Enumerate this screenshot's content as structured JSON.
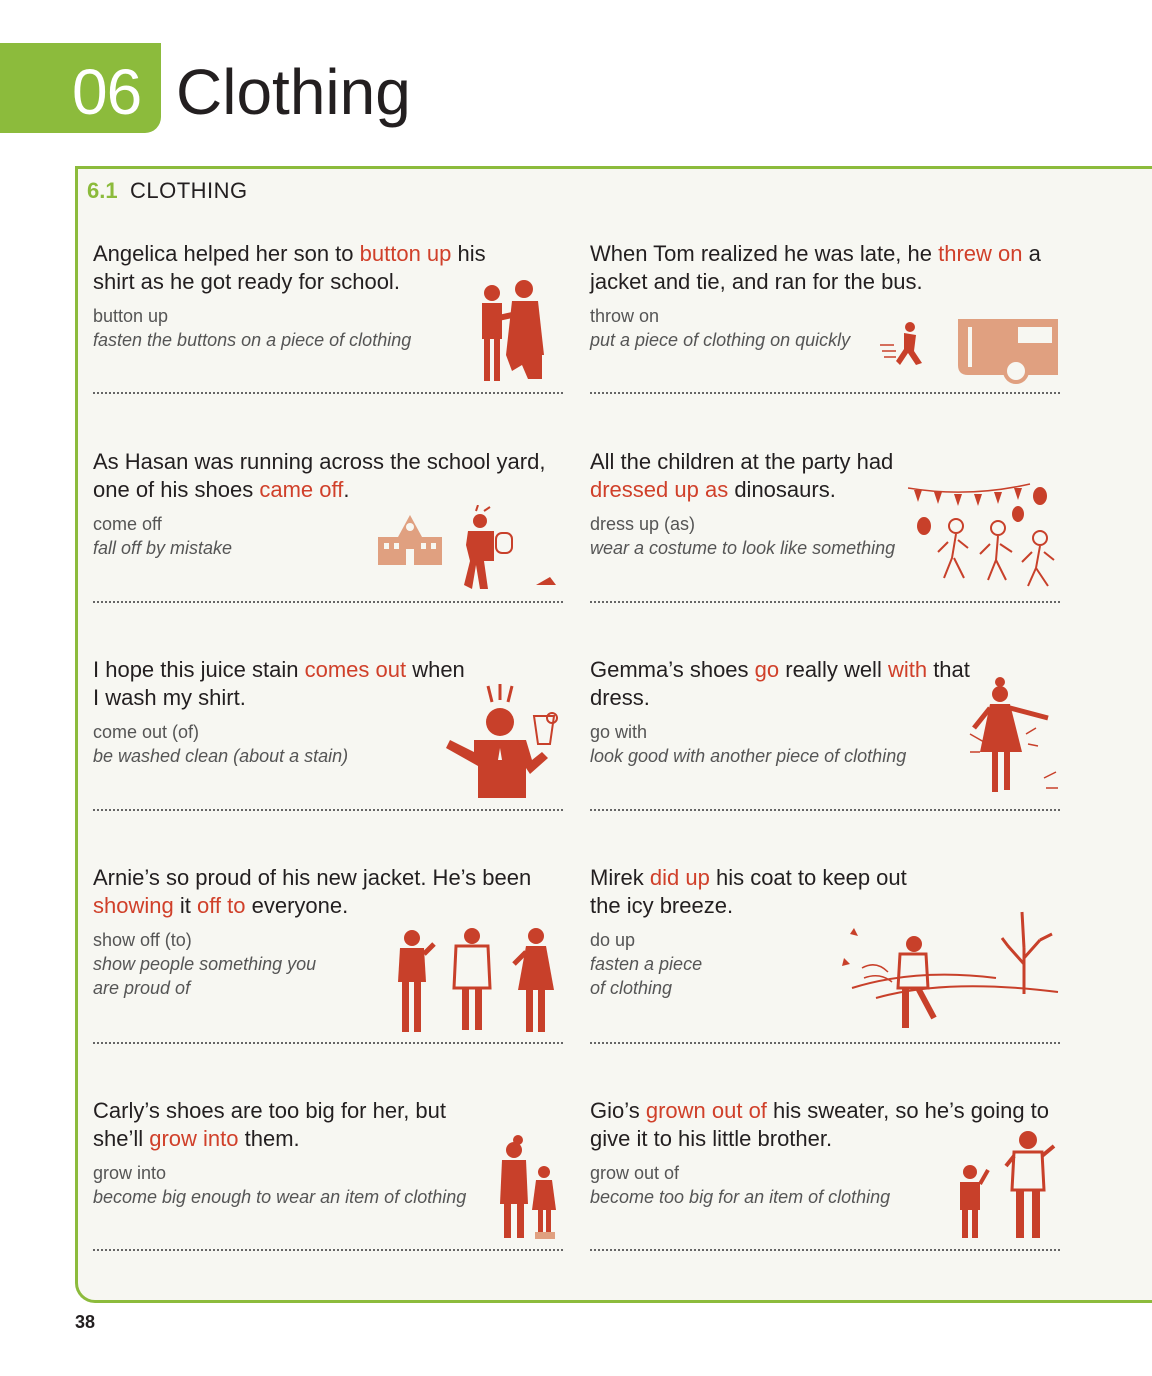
{
  "chapter": {
    "number": "06",
    "title": "Clothing"
  },
  "section": {
    "number": "6.1",
    "title": "CLOTHING"
  },
  "page_number": "38",
  "entries": [
    {
      "sentence_parts": [
        "Angelica helped her son to ",
        "button up",
        " his shirt as he got ready for school."
      ],
      "headword": "button up",
      "definition": "fasten the buttons on a piece of clothing",
      "illustration": "mother-buttoning-shirt-icon"
    },
    {
      "sentence_parts": [
        "When Tom realized he was late, he ",
        "threw on",
        " a jacket and tie, and ran for the bus."
      ],
      "headword": "throw on",
      "definition": "put a piece of clothing on quickly",
      "illustration": "running-to-bus-icon"
    },
    {
      "sentence_parts": [
        "As Hasan was running across the school yard, one of his shoes ",
        "came off",
        "."
      ],
      "headword": "come off",
      "definition": "fall off by mistake",
      "illustration": "school-and-running-boy-icon"
    },
    {
      "sentence_parts": [
        "All the children at the party had ",
        "dressed up as",
        " dinosaurs."
      ],
      "headword": "dress up (as)",
      "definition": "wear a costume to look like something",
      "illustration": "dinosaur-costume-party-icon"
    },
    {
      "sentence_parts": [
        "I hope this juice stain ",
        "comes out",
        " when I wash my shirt."
      ],
      "headword": "come out (of)",
      "definition": "be washed clean (about a stain)",
      "illustration": "juice-stain-person-icon"
    },
    {
      "sentence_parts": [
        "Gemma’s shoes ",
        "go",
        " really well ",
        "with",
        " that dress."
      ],
      "headword": "go with",
      "definition": "look good with another piece of clothing",
      "illustration": "woman-in-dress-icon"
    },
    {
      "sentence_parts": [
        "Arnie’s so proud of his new jacket. He’s been ",
        "showing",
        " it ",
        "off to",
        " everyone."
      ],
      "headword": "show off (to)",
      "definition": "show people something you are proud of",
      "illustration": "people-showing-jacket-icon"
    },
    {
      "sentence_parts": [
        "Mirek ",
        "did up",
        " his coat to keep out the icy breeze."
      ],
      "headword": "do up",
      "definition": "fasten a piece of clothing",
      "illustration": "man-in-windy-weather-icon"
    },
    {
      "sentence_parts": [
        "Carly’s shoes are too big for her, but she’ll ",
        "grow into",
        " them."
      ],
      "headword": "grow into",
      "definition": "become big enough to wear an item of clothing",
      "illustration": "mother-and-daughter-icon"
    },
    {
      "sentence_parts": [
        "Gio’s ",
        "grown out of",
        " his sweater, so he’s going to give it to his little brother."
      ],
      "headword": "grow out of",
      "definition": "become too big for an item of clothing",
      "illustration": "brothers-icon"
    }
  ],
  "colors": {
    "accent_green": "#8cbb3c",
    "highlight_red": "#d0402a",
    "illustration_red": "#c8402a",
    "illustration_peach": "#e0a080"
  }
}
